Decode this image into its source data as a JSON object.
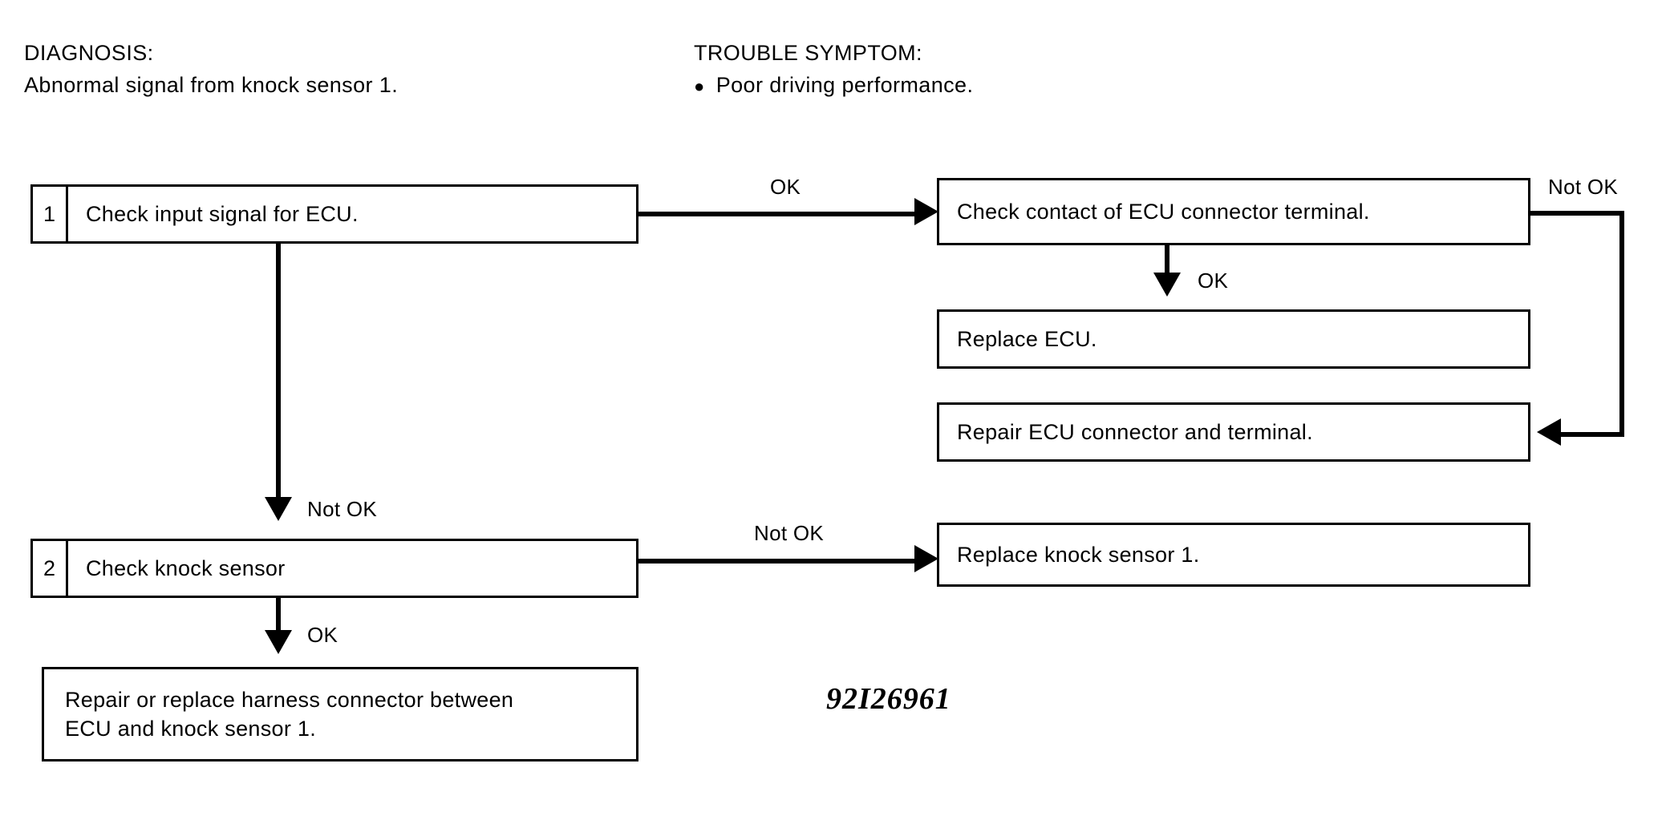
{
  "headers": {
    "diagnosis": {
      "title": "DIAGNOSIS:",
      "text": "Abnormal signal from knock sensor 1."
    },
    "trouble_symptom": {
      "title": "TROUBLE SYMPTOM:",
      "bullet": "●",
      "items": [
        "Poor driving performance."
      ]
    }
  },
  "steps": [
    {
      "number": "1",
      "text": "Check input signal for ECU."
    },
    {
      "number": "2",
      "text": "Check knock sensor"
    }
  ],
  "boxes": {
    "check_contact": "Check contact of ECU connector terminal.",
    "replace_ecu": "Replace ECU.",
    "repair_ecu_connector": "Repair ECU connector and terminal.",
    "replace_knock_sensor": "Replace knock sensor 1.",
    "repair_harness": "Repair or replace harness connector between\nECU and knock sensor 1."
  },
  "edge_labels": {
    "step1_ok": "OK",
    "step1_not_ok": "Not OK",
    "contact_not_ok": "Not OK",
    "contact_ok": "OK",
    "step2_not_ok": "Not OK",
    "step2_ok": "OK"
  },
  "caption": "92I26961",
  "colors": {
    "ink": "#000000",
    "paper": "#ffffff"
  }
}
